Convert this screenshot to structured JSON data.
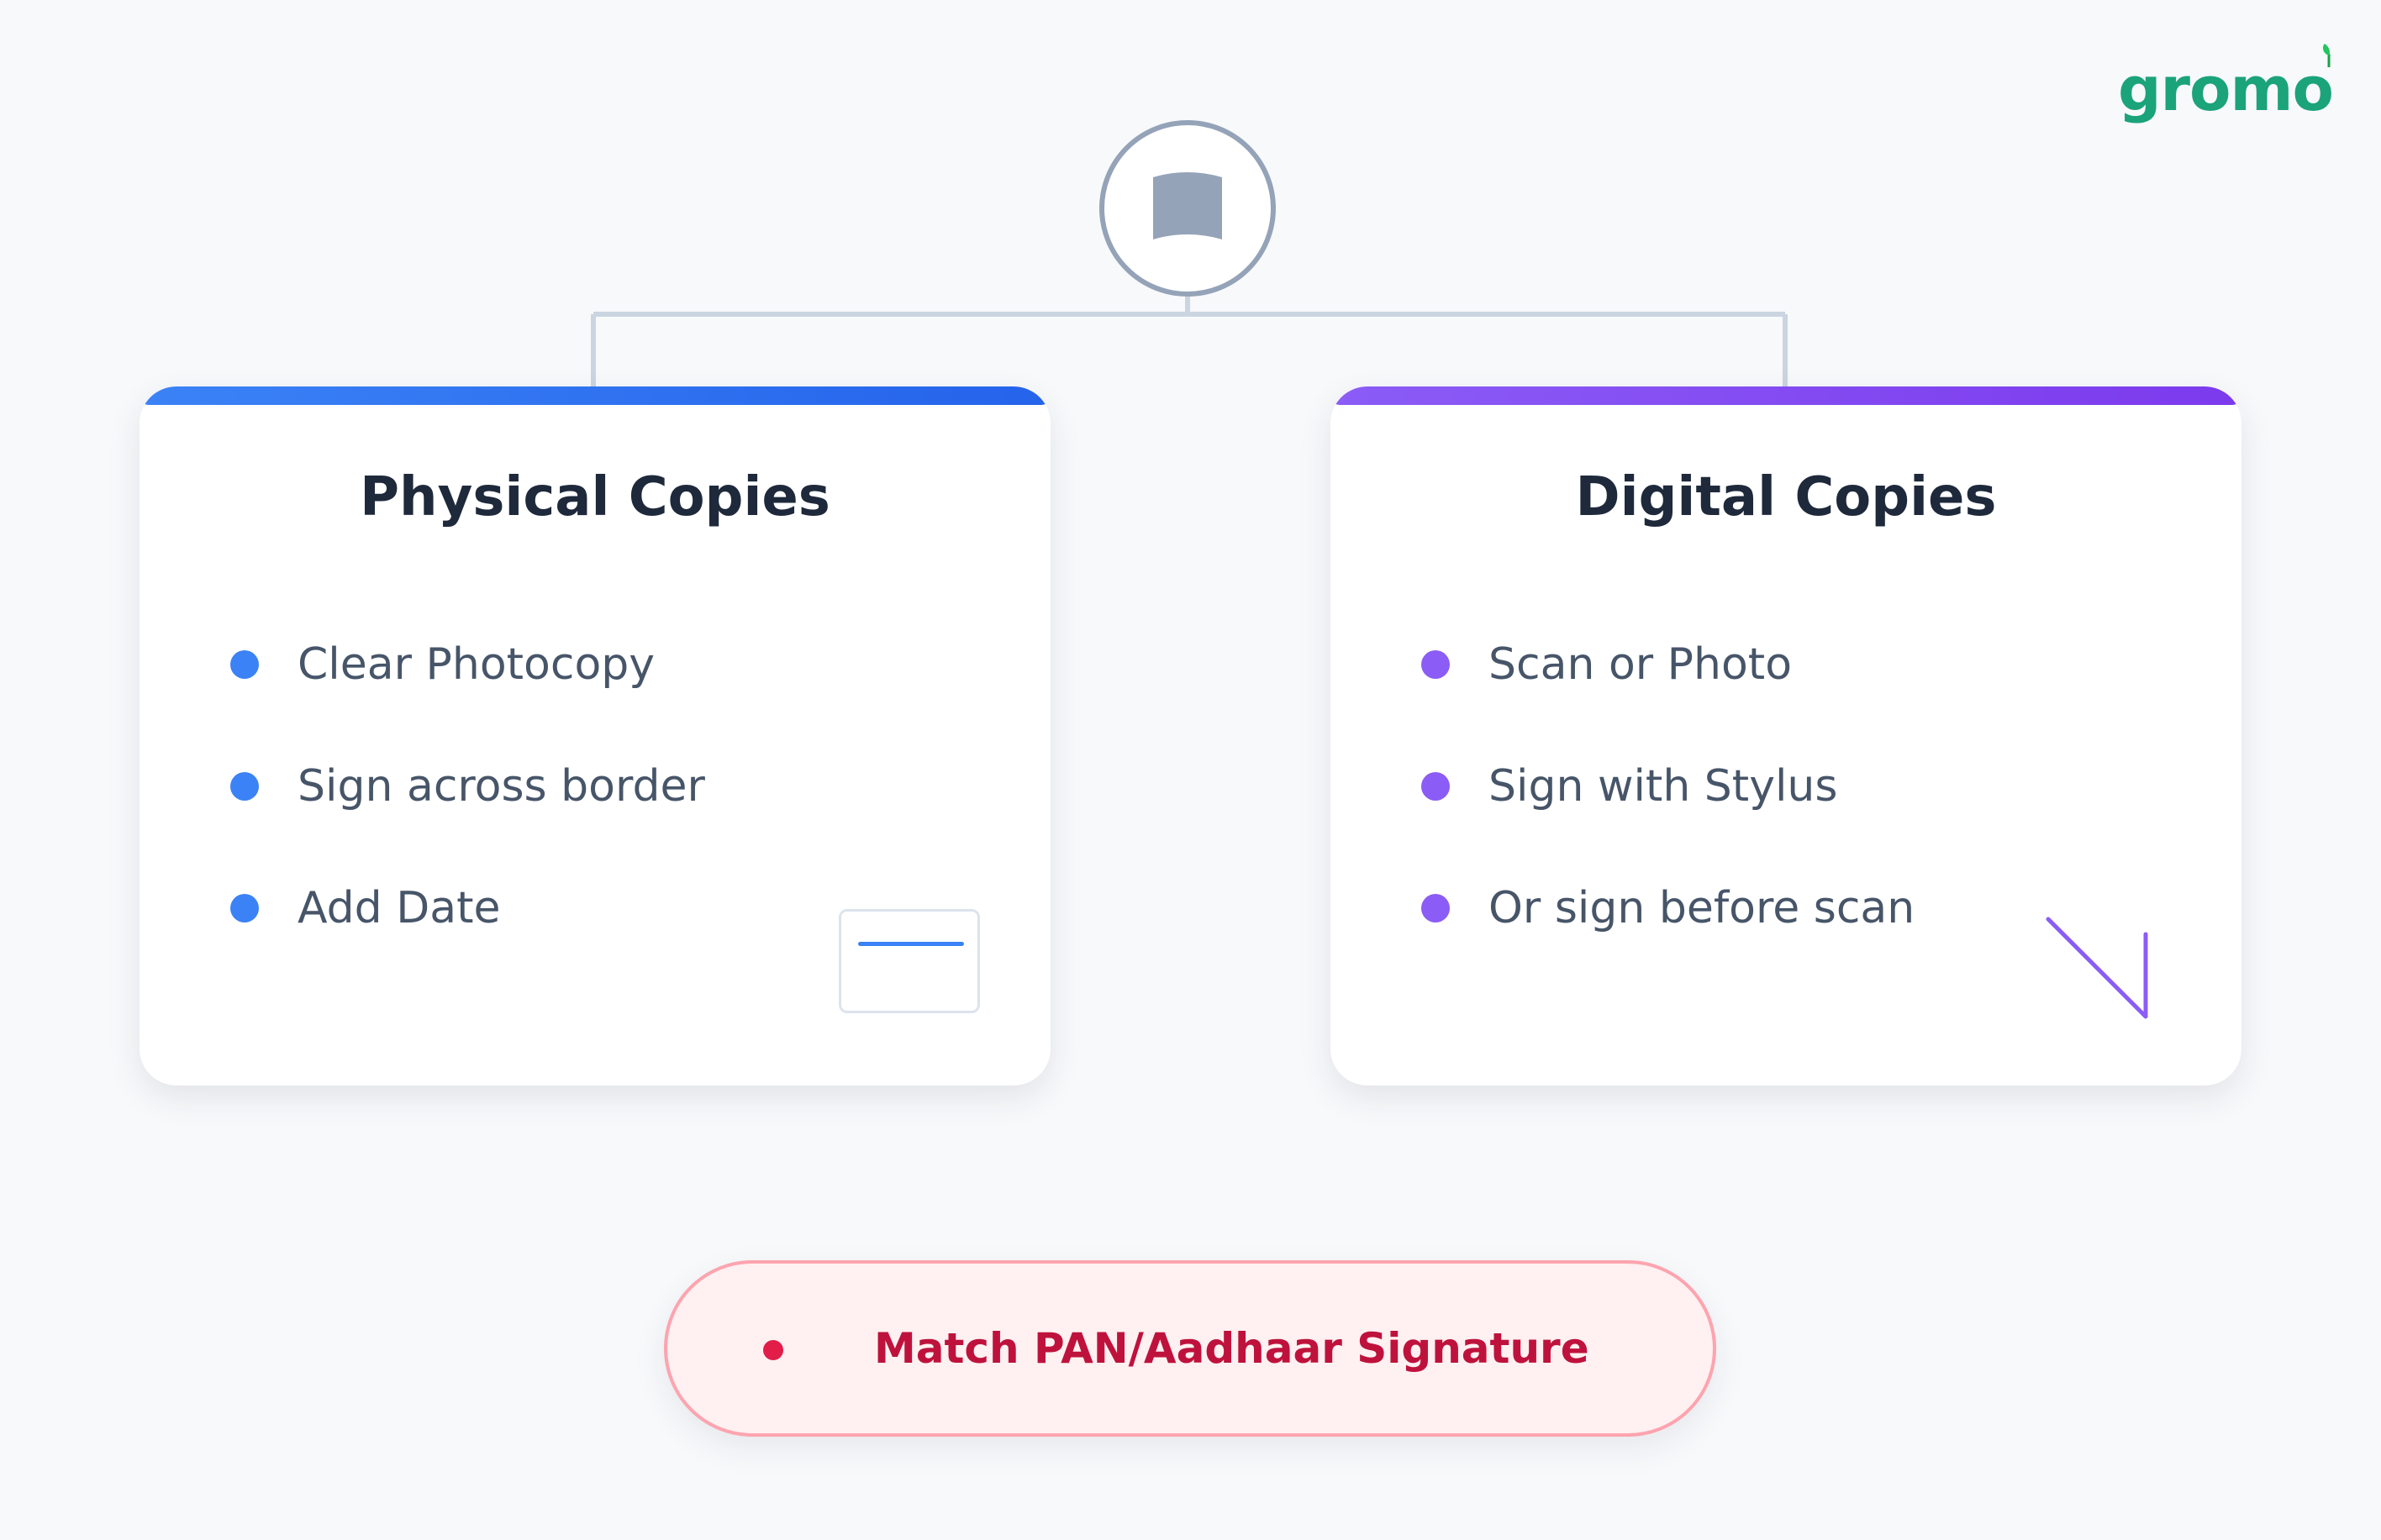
{
  "brand": {
    "logo_text": "gromo",
    "color": "#1ba37a"
  },
  "top_node": {
    "icon": "document-icon"
  },
  "cards": [
    {
      "title": "Physical Copies",
      "accent": "#3b82f6",
      "items": [
        "Clear Photocopy",
        "Sign across border",
        "Add Date"
      ],
      "icon": "photocopy-document-icon"
    },
    {
      "title": "Digital Copies",
      "accent": "#8b5cf6",
      "items": [
        "Scan or Photo",
        "Sign with Stylus",
        "Or sign before scan"
      ],
      "icon": "stylus-icon"
    }
  ],
  "alert": {
    "text": "Match PAN/Aadhaar Signature",
    "accent": "#e11d48"
  }
}
